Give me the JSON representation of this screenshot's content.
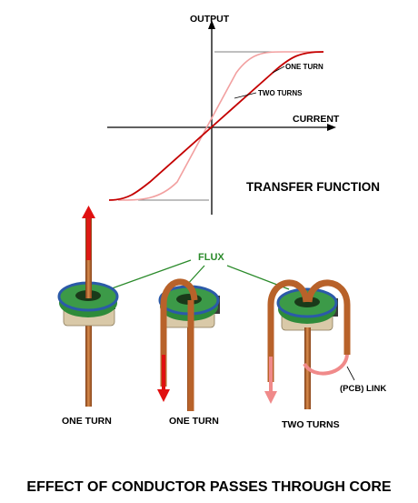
{
  "graph": {
    "y_axis_label": "OUTPUT",
    "x_axis_label": "CURRENT",
    "curve_one_turn_label": "ONE TURN",
    "curve_two_turns_label": "TWO TURNS",
    "title": "TRANSFER FUNCTION",
    "colors": {
      "one_turn": "#c40000",
      "two_turns": "#f2a0a0",
      "axis": "#000000"
    }
  },
  "flux_label": "FLUX",
  "flux_color": "#2a8a2a",
  "cores": [
    {
      "label": "ONE TURN"
    },
    {
      "label": "ONE TURN"
    },
    {
      "label": "TWO TURNS"
    }
  ],
  "pcb_link_label": "(PCB) LINK",
  "caption": "EFFECT OF CONDUCTOR PASSES THROUGH CORE",
  "colors": {
    "copper": "#b8622a",
    "core_green": "#2e8b3a",
    "core_blue": "#2b5aa8",
    "arrow_red": "#e01010",
    "arrow_pink": "#f08a8a"
  }
}
